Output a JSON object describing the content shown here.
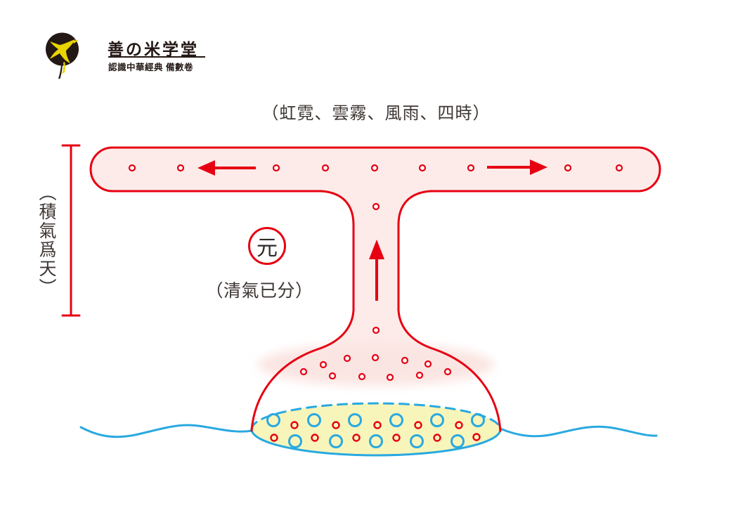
{
  "logo": {
    "title": "善の米学堂",
    "subtitle": "認識中華經典 備數卷",
    "bird_icon": "swallow-bird-icon"
  },
  "labels": {
    "top_caption": "（虹霓、雲霧、風雨、四時）",
    "left_vertical_caption": "（積氣爲天）",
    "core_character": "元",
    "core_caption": "（清氣已分）"
  },
  "colors": {
    "diagram_red": "#e60012",
    "diagram_pink": "#fcebe9",
    "cloud_pink": "#fbe5e2",
    "water_blue": "#29a9e0",
    "pool_yellow": "#f8f5ba",
    "ink_dark": "#3e3633",
    "logo_dark": "#231815",
    "logo_yellow": "#e8d400"
  }
}
